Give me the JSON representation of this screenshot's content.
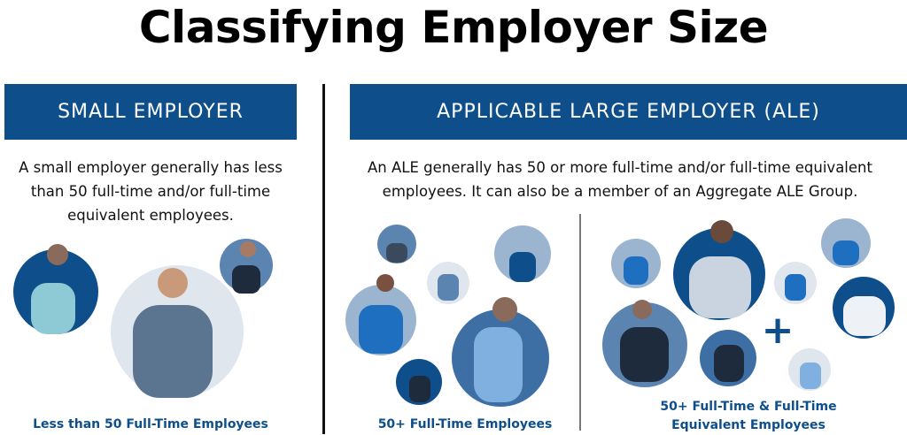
{
  "title": "Classifying Employer Size",
  "small": {
    "heading": "SMALL EMPLOYER",
    "description": "A small employer generally has less than 50 full-time and/or full-time equivalent employees.",
    "caption": "Less than 50 Full-Time Employees"
  },
  "ale": {
    "heading": "APPLICABLE LARGE EMPLOYER (ALE)",
    "description": "An ALE generally has 50 or more full-time and/or full-time equivalent employees. It can also be a member of an Aggregate ALE Group.",
    "caption_left": "50+ Full-Time Employees",
    "caption_right": "50+ Full-Time & Full-Time Equivalent Employees",
    "plus_symbol": "+"
  },
  "colors": {
    "brand": "#0e4f8b",
    "light": "#dfe6ee",
    "mid": "#5b84b1"
  }
}
